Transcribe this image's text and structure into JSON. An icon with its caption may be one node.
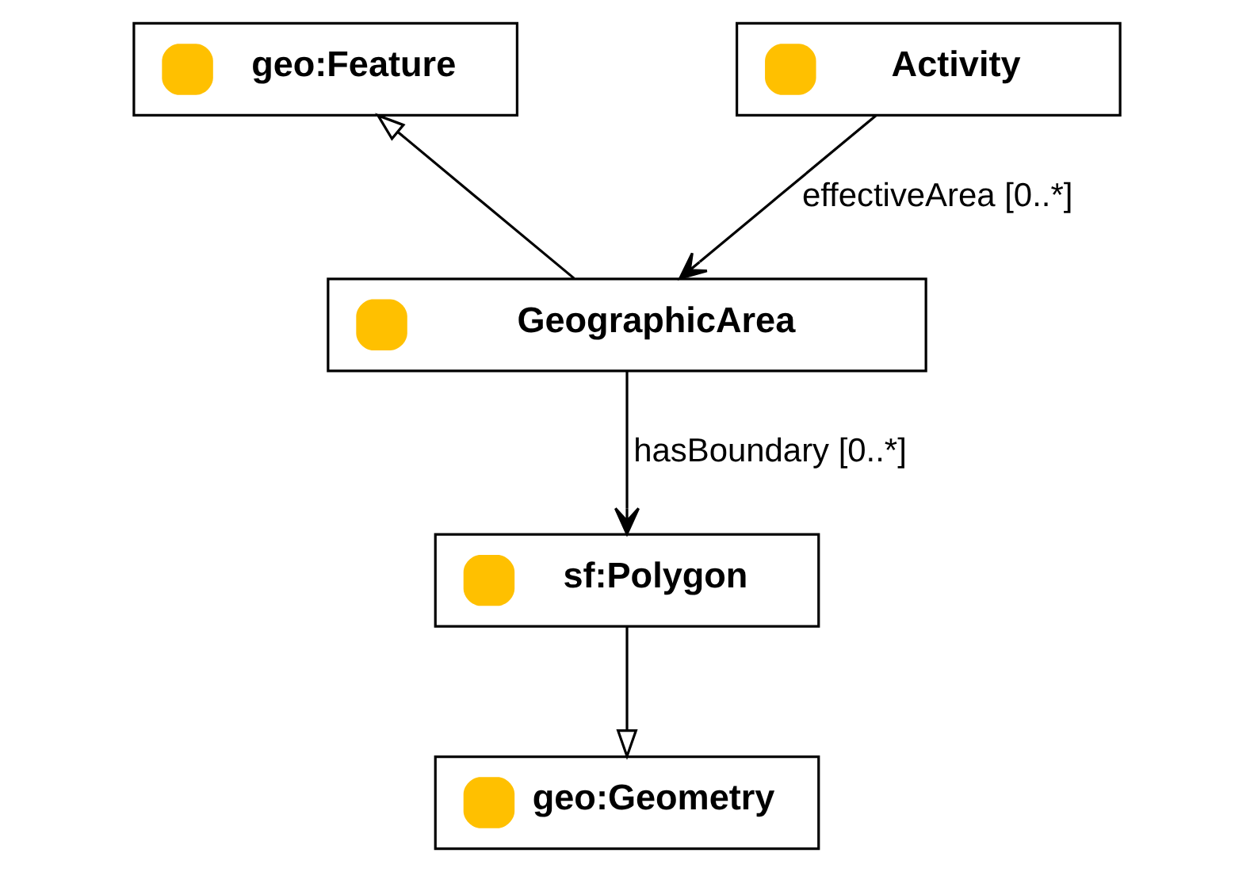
{
  "diagram": {
    "nodes": [
      {
        "text": [
          "geo:Feature"
        ]
      },
      {
        "text": [
          "Activity"
        ]
      },
      {
        "text": [
          "GeographicArea"
        ]
      },
      {
        "text": [
          "sf:Polygon"
        ]
      },
      {
        "text": [
          "geo:Geometry"
        ]
      }
    ],
    "edges": [
      {
        "from": 2,
        "to": 0,
        "arrow": "to"
      },
      {
        "from": 1,
        "to": 2,
        "arrow": "to",
        "label": "effectiveArea [0..*]"
      },
      {
        "from": 2,
        "to": 3,
        "arrow": "to",
        "label": "hasBoundary [0..*]"
      },
      {
        "from": 3,
        "to": 4,
        "arrow": "to"
      }
    ]
  }
}
